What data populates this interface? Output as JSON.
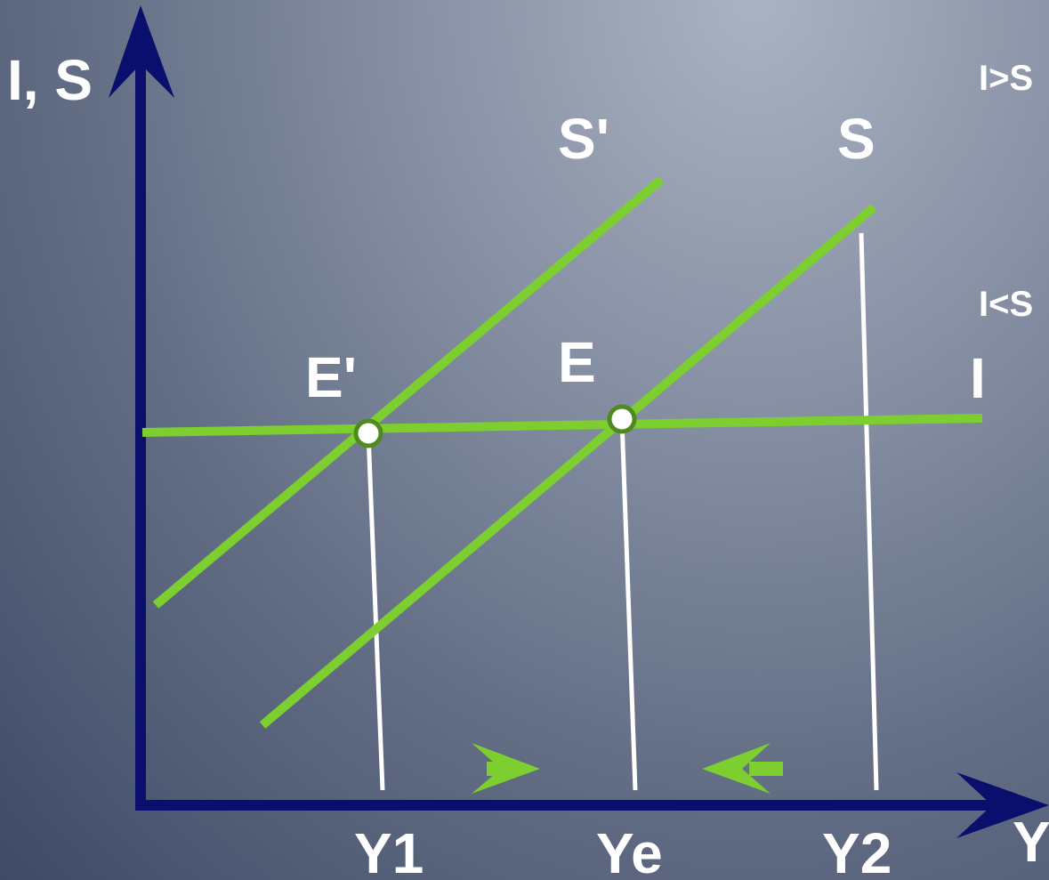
{
  "axes": {
    "y_label": "I, S",
    "x_label": "Y"
  },
  "curves": {
    "s_prime": "S'",
    "s": "S",
    "i": "I"
  },
  "points": {
    "e_prime": "E'",
    "e": "E"
  },
  "x_ticks": {
    "y1": "Y1",
    "ye": "Ye",
    "y2": "Y2"
  },
  "regions": {
    "above": "I>S",
    "below": "I<S"
  },
  "colors": {
    "axis": "#0a0f6e",
    "curve": "#7ccf2e",
    "guide": "#ffffff",
    "point_stroke": "#4e8a1e",
    "text": "#ffffff"
  }
}
